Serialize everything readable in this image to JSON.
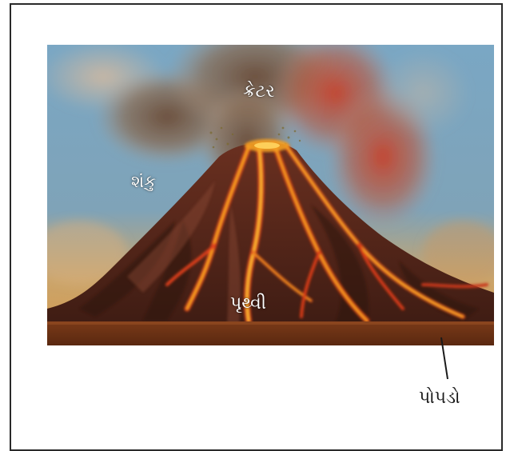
{
  "labels": {
    "crater": "ક્રેટર",
    "cone": "શંકુ",
    "earth": "પૃથ્વી",
    "crust": "પોપડો"
  },
  "colors": {
    "sky": "#6f9fbf",
    "lava": "#e8501a",
    "lava_glow": "#f7a21b",
    "rock": "#4a2418",
    "ground": "#6e2f12",
    "smoke": "#8a6a4f"
  }
}
